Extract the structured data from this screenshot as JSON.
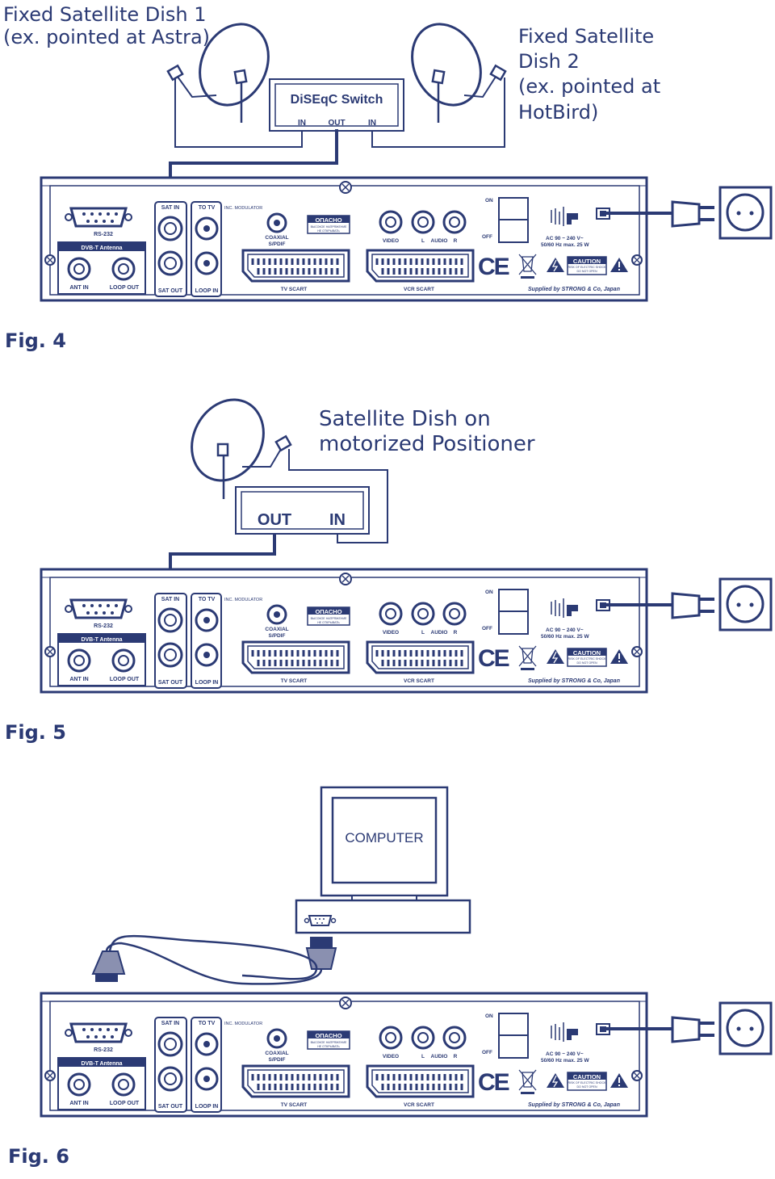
{
  "colors": {
    "ink": "#2b3a74",
    "accent": "#3a4a8a",
    "background": "#ffffff"
  },
  "fig4": {
    "dish1_label": [
      "Fixed Satellite Dish 1",
      "(ex. pointed at Astra)"
    ],
    "dish2_label": [
      "Fixed Satellite",
      "Dish 2",
      "(ex. pointed at",
      "HotBird)"
    ],
    "switch_title": "DiSEqC Switch",
    "switch_ports": [
      "IN",
      "OUT",
      "IN"
    ],
    "caption": "Fig. 4"
  },
  "fig5": {
    "dish_label": [
      "Satellite Dish on",
      "motorized Positioner"
    ],
    "positioner_ports": [
      "OUT",
      "IN"
    ],
    "caption": "Fig. 5"
  },
  "fig6": {
    "computer_label": "COMPUTER",
    "caption": "Fig. 6"
  },
  "receiver": {
    "rs232": "RS-232",
    "dvbt": "DVB-T Antenna",
    "ant_in": "ANT IN",
    "loop_out": "LOOP OUT",
    "sat_in": "SAT IN",
    "sat_out": "SAT OUT",
    "to_tv": "TO TV",
    "loop_in": "LOOP IN",
    "modulator": "INC. MODULATOR",
    "coaxial": "COAXIAL",
    "spdif": "S/PDIF",
    "danger_title": "ОПАСНО",
    "danger_line1": "ВЫСОКОЕ НАПРЯЖЕНИЕ",
    "danger_line2": "НЕ ОТКРЫВАТЬ",
    "video": "VIDEO",
    "audio_l": "L",
    "audio": "AUDIO",
    "audio_r": "R",
    "tv_scart": "TV SCART",
    "vcr_scart": "VCR SCART",
    "on": "ON",
    "off": "OFF",
    "power_line1": "AC 90 ~ 240 V~",
    "power_line2": "50/60 Hz max. 25 W",
    "ce": "CE",
    "caution": "CAUTION",
    "caution_line1": "RISK OF ELECTRIC SHOCK",
    "caution_line2": "DO NOT OPEN",
    "supplier": "Supplied by STRONG & Co, Japan"
  }
}
